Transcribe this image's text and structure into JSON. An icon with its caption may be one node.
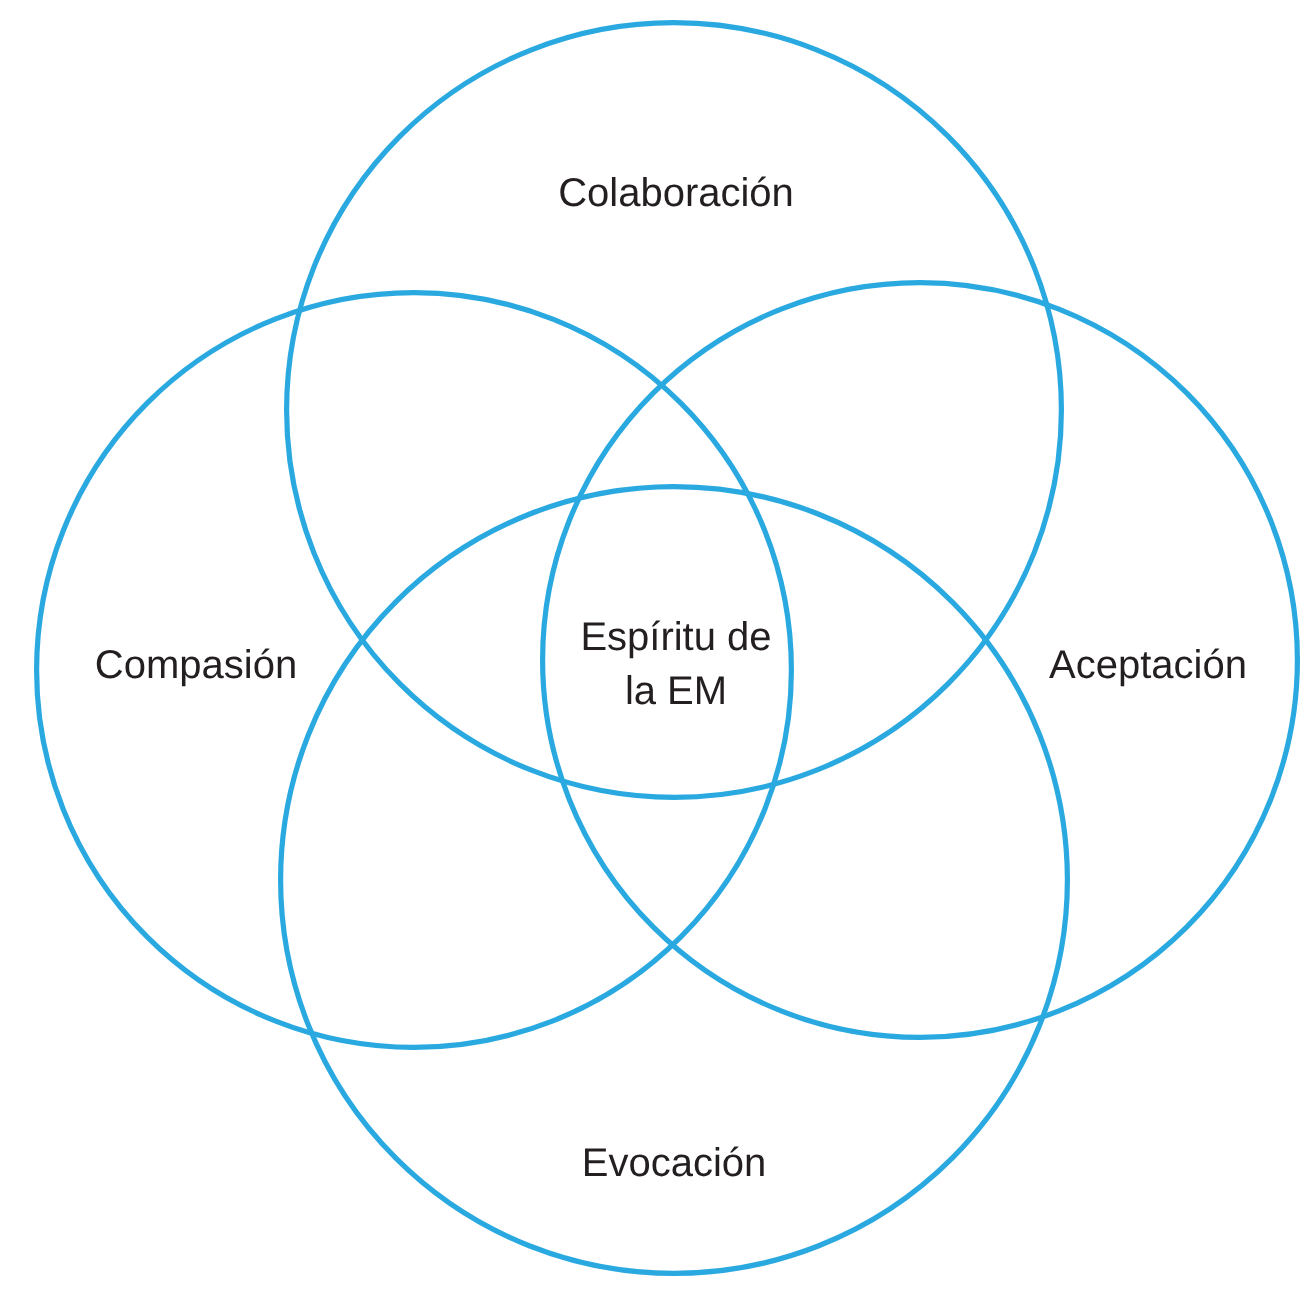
{
  "diagram": {
    "nodes": [
      {
        "text": [
          "Colaboración"
        ]
      },
      {
        "text": [
          "Compasión"
        ]
      },
      {
        "text": [
          "Aceptación"
        ]
      },
      {
        "text": [
          "Evocación"
        ]
      }
    ],
    "edges": [],
    "labels": [
      "Espíritu de la EM"
    ]
  }
}
